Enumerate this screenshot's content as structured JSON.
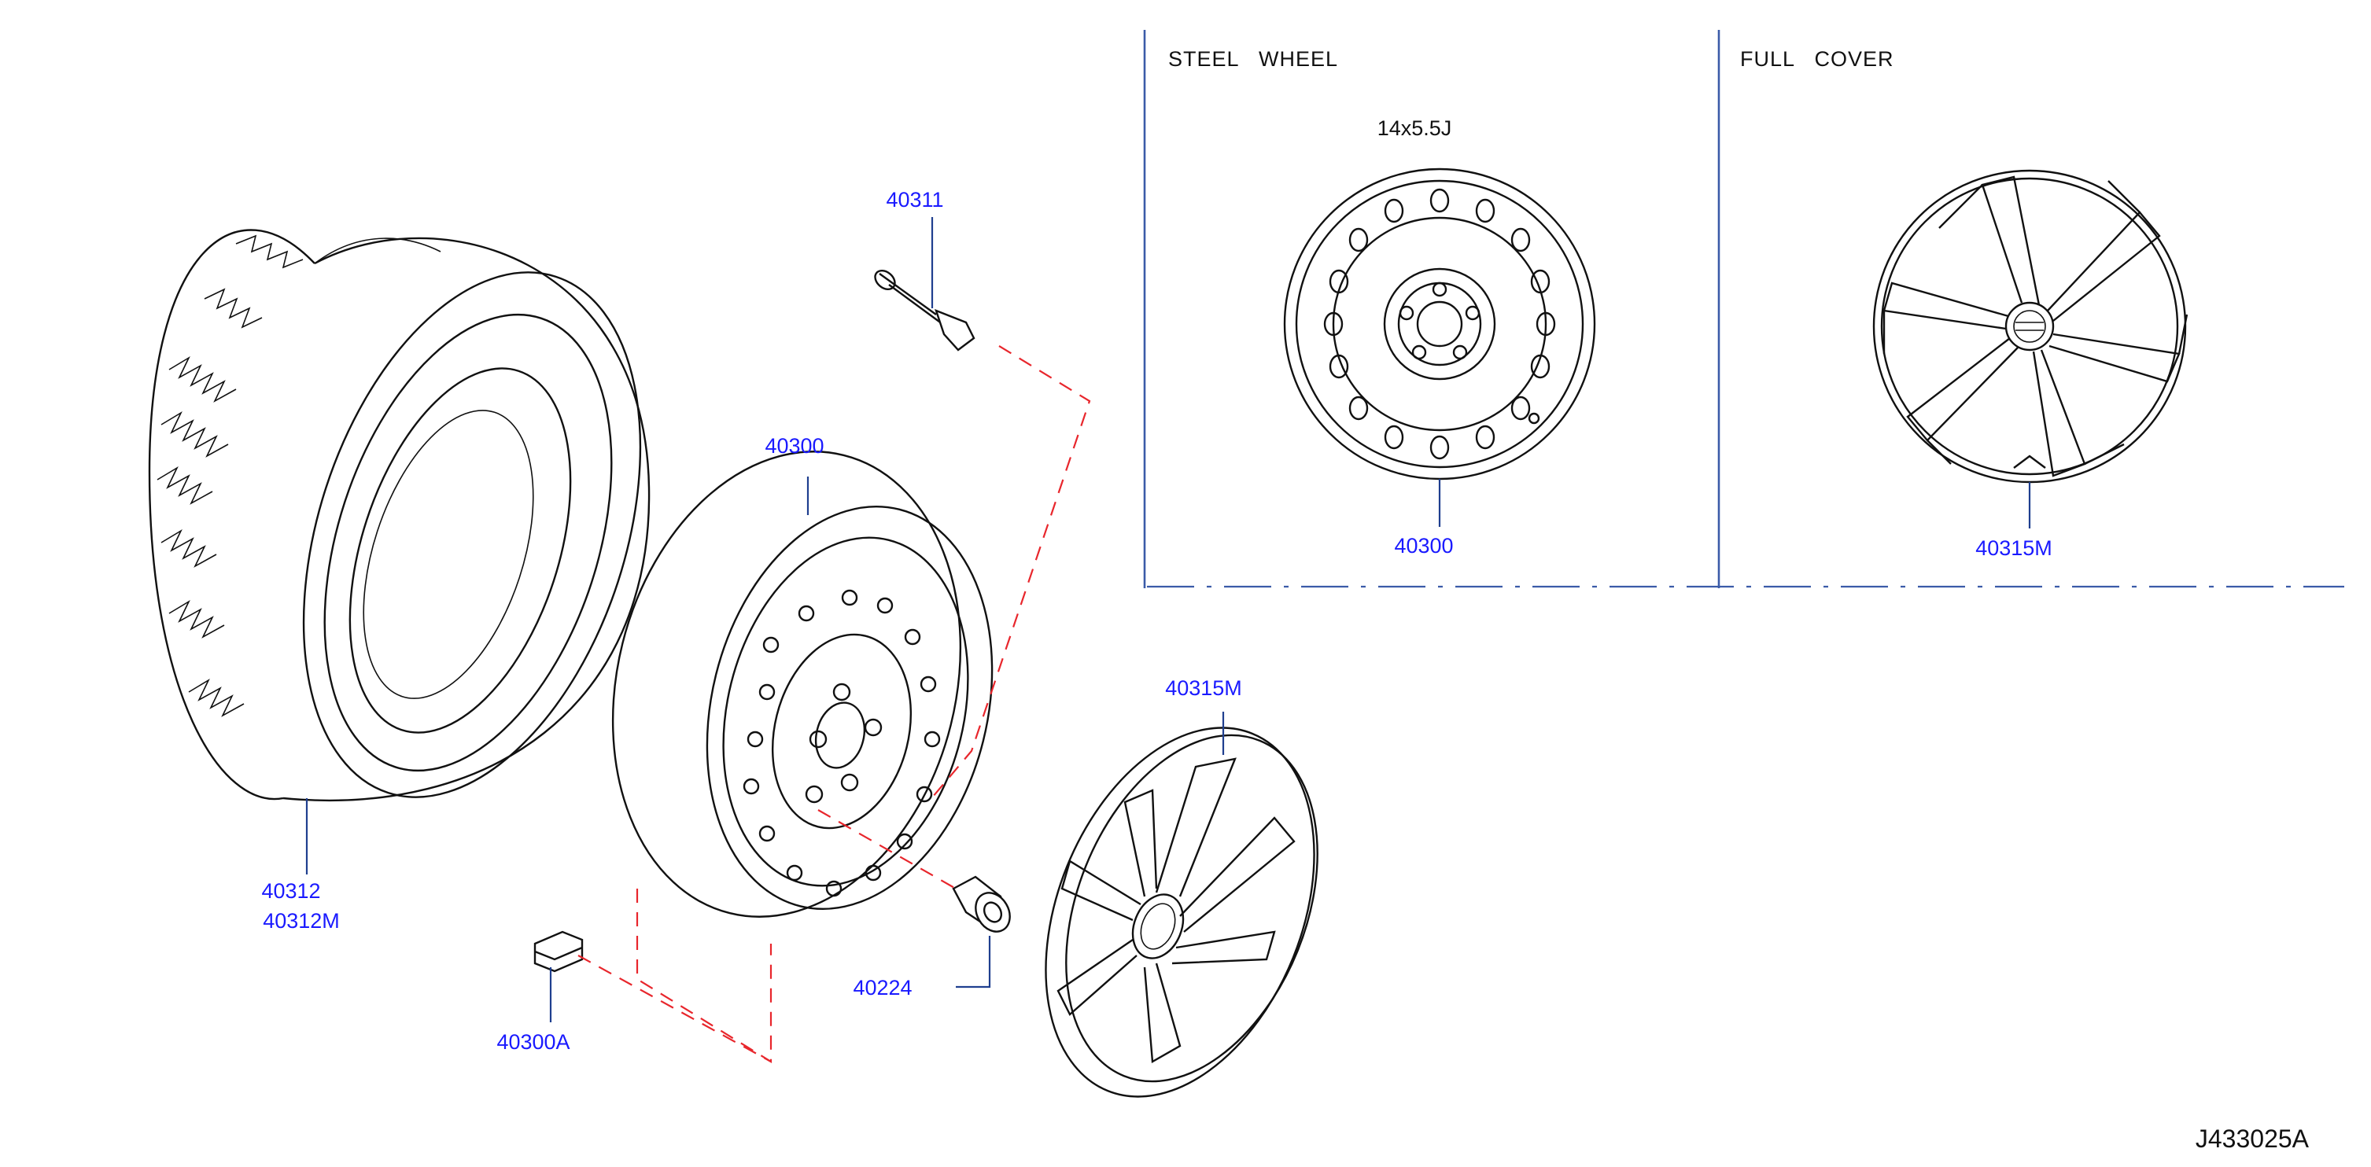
{
  "panels": {
    "steel_wheel": {
      "heading": "STEEL   WHEEL",
      "size_spec": "14x5.5J",
      "part_number": "40300"
    },
    "full_cover": {
      "heading": "FULL   COVER",
      "part_number": "40315M"
    }
  },
  "callouts": {
    "valve": "40311",
    "wheel": "40300",
    "tire": "40312",
    "tire_alt": "40312M",
    "wheel_cover": "40315M",
    "wheel_nut": "40224",
    "weight": "40300A"
  },
  "diagram_id": "J433025A",
  "colors": {
    "callout_text": "#1a1aff",
    "leader_line": "#1f3f8f",
    "dashed_line": "#e8262c",
    "divider": "#3b5ba8",
    "ink": "#111111"
  }
}
